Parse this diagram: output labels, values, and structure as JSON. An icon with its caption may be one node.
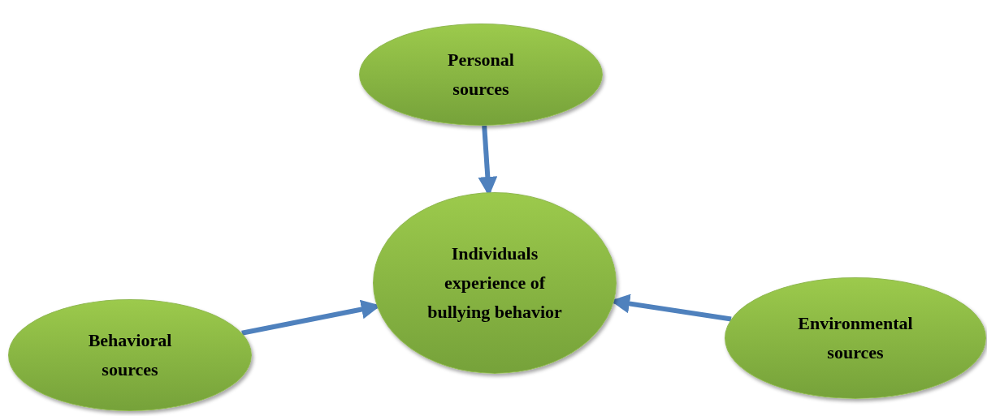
{
  "diagram": {
    "nodes": [
      {
        "text": [
          "Personal sources"
        ]
      },
      {
        "text": [
          "Individuals experience of bullying behavior"
        ]
      },
      {
        "text": [
          "Behavioral sources"
        ]
      },
      {
        "text": [
          "Environmental sources"
        ]
      }
    ],
    "edges": [
      {
        "from": 0,
        "to": 1,
        "arrow": "to"
      },
      {
        "from": 2,
        "to": 1,
        "arrow": "to"
      },
      {
        "from": 3,
        "to": 1,
        "arrow": "to"
      }
    ]
  }
}
